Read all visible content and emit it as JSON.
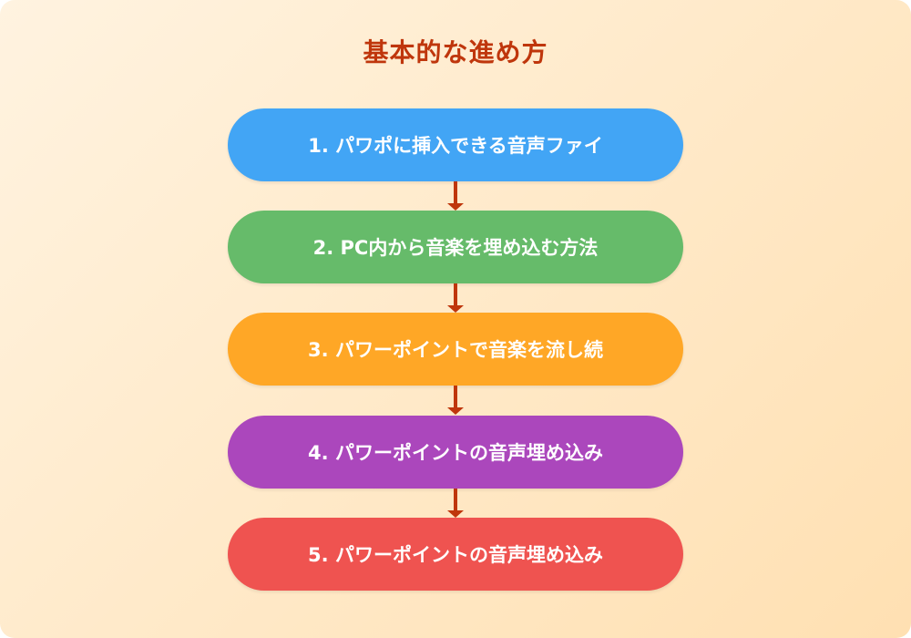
{
  "title": "基本的な進め方",
  "colors": {
    "title": "#bf360c",
    "arrow": "#bf360c",
    "background_start": "#fff3e0",
    "background_end": "#ffe0b2"
  },
  "steps": [
    {
      "label": "1. パワポに挿入できる音声ファイ",
      "color": "#42a5f5"
    },
    {
      "label": "2. PC内から音楽を埋め込む方法",
      "color": "#66bb6a"
    },
    {
      "label": "3. パワーポイントで音楽を流し続",
      "color": "#ffa726"
    },
    {
      "label": "4. パワーポイントの音声埋め込み",
      "color": "#ab47bc"
    },
    {
      "label": "5. パワーポイントの音声埋め込み",
      "color": "#ef5350"
    }
  ]
}
